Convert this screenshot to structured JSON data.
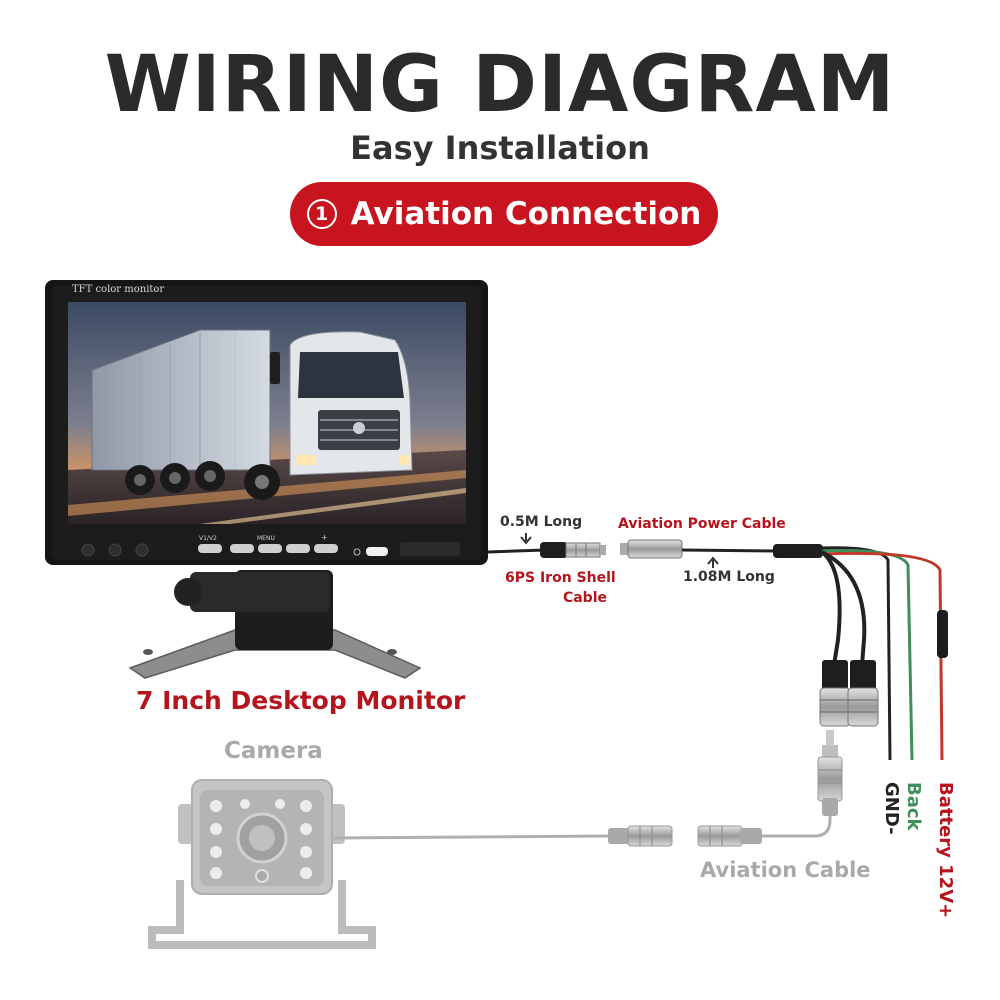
{
  "header": {
    "title": "WIRING DIAGRAM",
    "subtitle": "Easy Installation",
    "step_number": "1",
    "step_label": "Aviation Connection"
  },
  "monitor": {
    "brand_text": "TFT color monitor",
    "buttons": [
      "V1/V2",
      "MENU",
      "+"
    ],
    "caption": "7 Inch Desktop Monitor"
  },
  "labels": {
    "cable_length_short": "0.5M Long",
    "iron_shell_line1": "6PS Iron Shell",
    "iron_shell_line2": "Cable",
    "power_cable": "Aviation Power Cable",
    "power_cable_length": "1.08M Long",
    "camera": "Camera",
    "aviation_cable": "Aviation Cable",
    "gnd": "GND-",
    "back": "Back",
    "battery": "Battery 12V+"
  },
  "colors": {
    "accent_red": "#c8141e",
    "wire_black": "#222222",
    "wire_green": "#3f8f5a",
    "wire_red": "#c0392b",
    "camera_grey": "#b9b9b9"
  }
}
